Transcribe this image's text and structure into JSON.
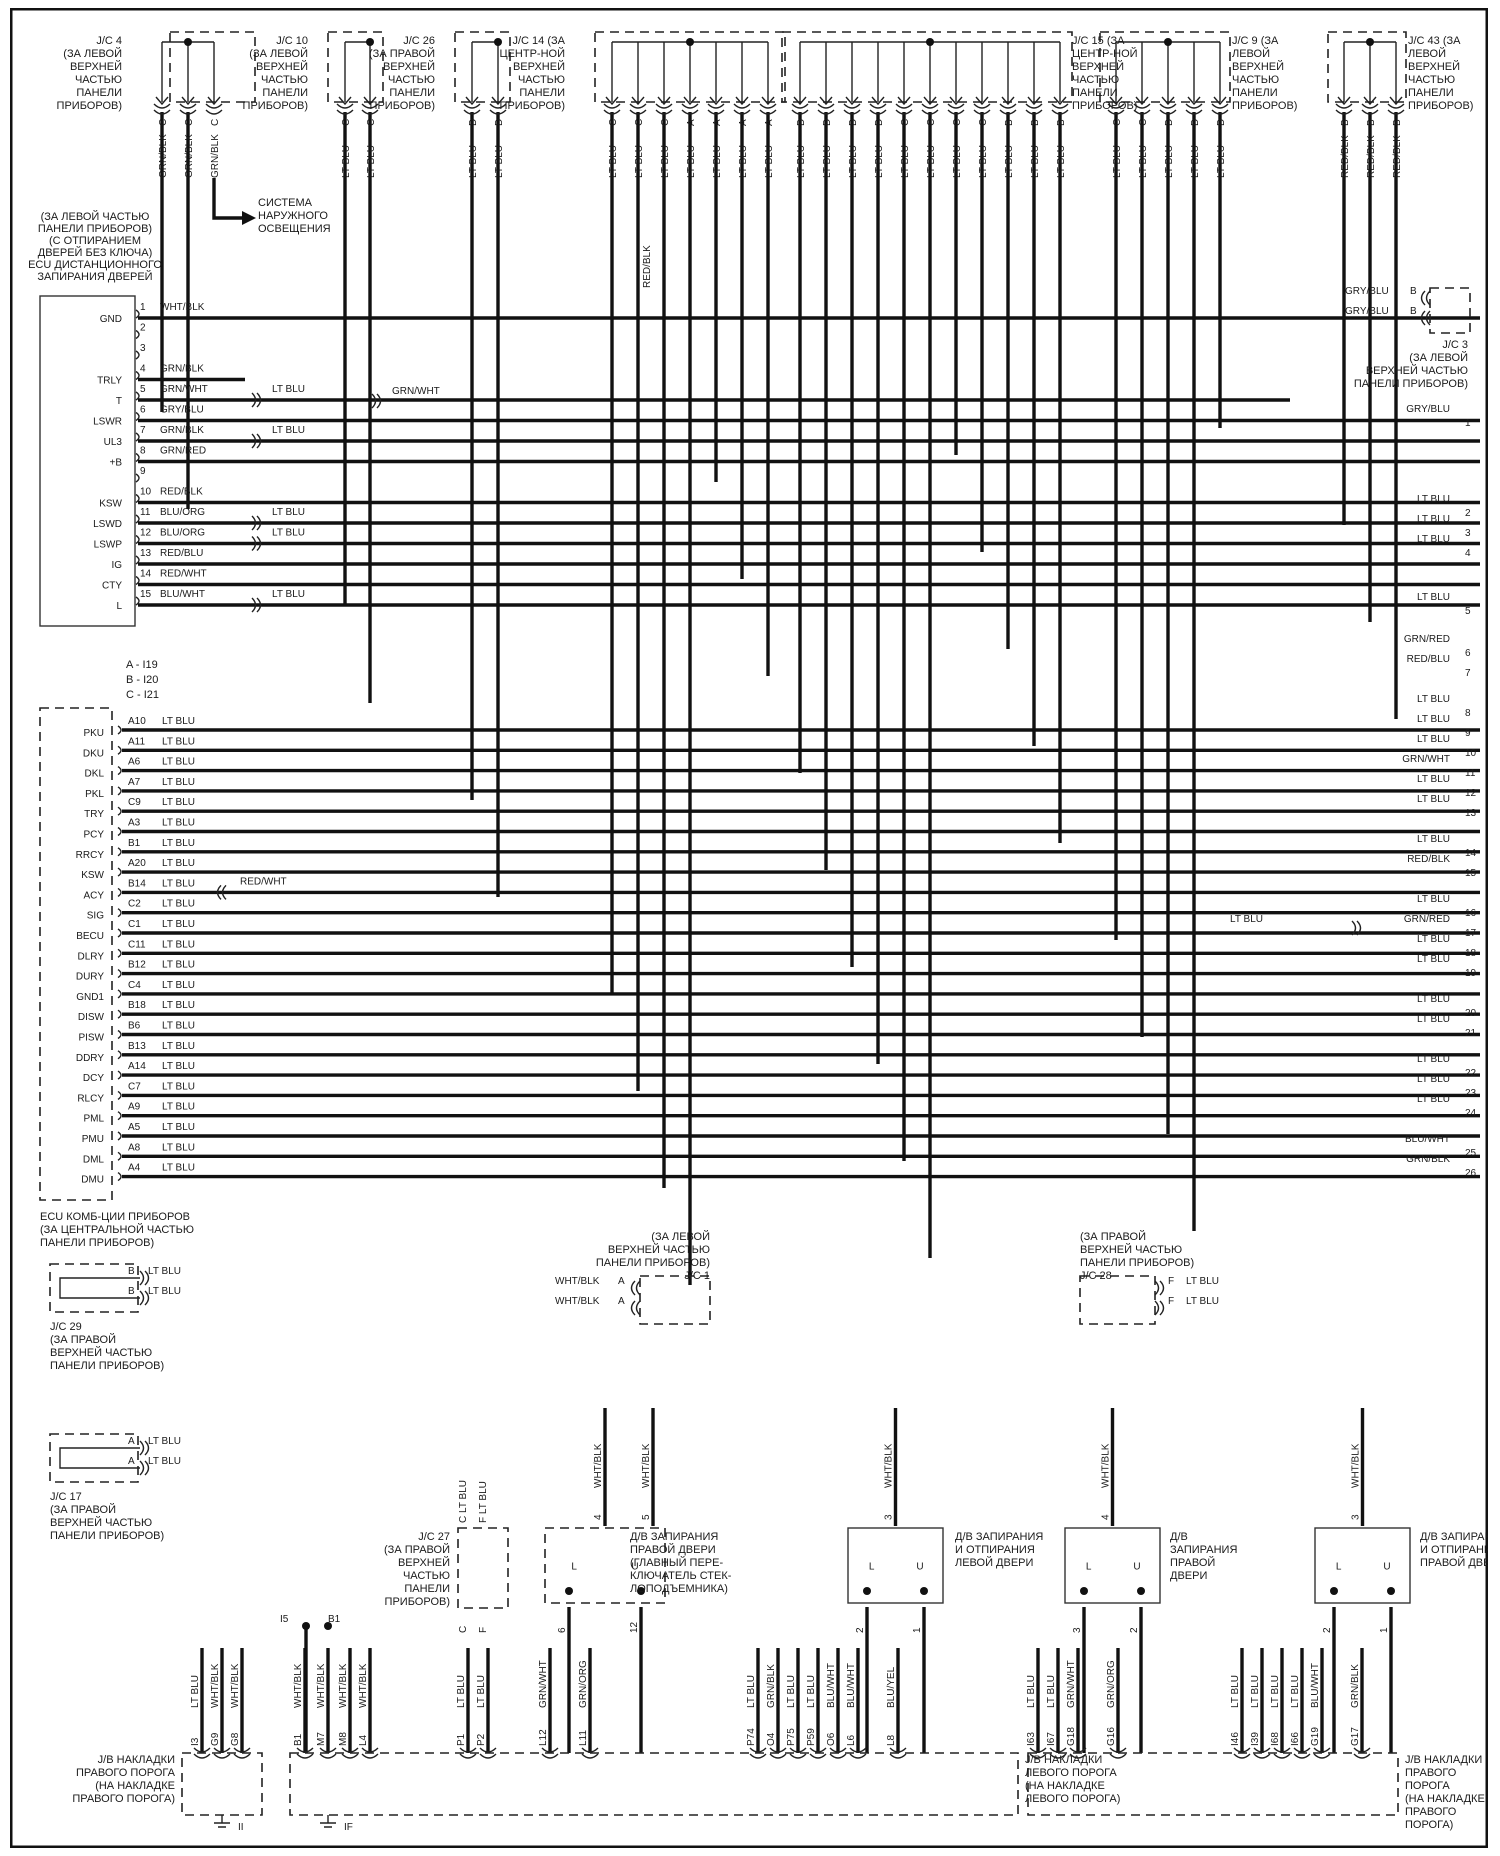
{
  "diagram": {
    "title": "Wiring diagram: remote door lock ECU and combination meter ECU",
    "top_junctions": [
      {
        "id": "jc4",
        "label": [
          "J/C 4",
          "(ЗА ЛЕВОЙ",
          "ВЕРХНЕЙ",
          "ЧАСТЬЮ",
          "ПАНЕЛИ",
          "ПРИБОРОВ)"
        ],
        "pins": [
          "C",
          "C",
          "C"
        ],
        "wires": [
          "GRN/BLK",
          "GRN/BLK",
          "GRN/BLK"
        ]
      },
      {
        "id": "jc10",
        "label": [
          "J/C 10",
          "(ЗА ЛЕВОЙ",
          "ВЕРХНЕЙ",
          "ЧАСТЬЮ",
          "ПАНЕЛИ",
          "ПРИБОРОВ)"
        ],
        "pins": [
          "C",
          "C"
        ],
        "wires": [
          "LT BLU",
          "LT BLU"
        ]
      },
      {
        "id": "jc26",
        "label": [
          "J/C 26",
          "(ЗА ПРАВОЙ",
          "ВЕРХНЕЙ",
          "ЧАСТЬЮ",
          "ПАНЕЛИ",
          "ПРИБОРОВ)"
        ],
        "pins": [
          "D",
          "D"
        ],
        "wires": [
          "LT BLU",
          "LT BLU"
        ]
      },
      {
        "id": "jc14",
        "label": [
          "J/C 14 (ЗА",
          "ЦЕНТР-НОЙ",
          "ВЕРХНЕЙ",
          "ЧАСТЬЮ",
          "ПАНЕЛИ",
          "ПРИБОРОВ)"
        ],
        "pins": [
          "C",
          "C",
          "C",
          "A",
          "A",
          "A",
          "A"
        ],
        "wires": [
          "LT BLU",
          "LT BLU",
          "LT BLU",
          "LT BLU",
          "LT BLU",
          "LT BLU",
          "LT BLU"
        ]
      },
      {
        "id": "jc15",
        "label": [
          "J/C 15 (ЗА",
          "ЦЕНТР-НОЙ",
          "ВЕРХНЕЙ",
          "ЧАСТЬЮ",
          "ПАНЕЛИ",
          "ПРИБОРОВ)"
        ],
        "pins": [
          "D",
          "D",
          "D",
          "D",
          "C",
          "C",
          "C",
          "C",
          "B",
          "B",
          "B"
        ],
        "wires": [
          "LT BLU",
          "LT BLU",
          "LT BLU",
          "LT BLU",
          "LT BLU",
          "LT BLU",
          "LT BLU",
          "LT BLU",
          "LT BLU",
          "LT BLU",
          "LT BLU"
        ]
      },
      {
        "id": "jc9",
        "label": [
          "J/C 9 (ЗА",
          "ЛЕВОЙ",
          "ВЕРХНЕЙ",
          "ЧАСТЬЮ",
          "ПАНЕЛИ",
          "ПРИБОРОВ)"
        ],
        "pins": [
          "C",
          "C",
          "D",
          "D",
          "D"
        ],
        "wires": [
          "LT BLU",
          "LT BLU",
          "LT BLU",
          "LT BLU",
          "LT BLU"
        ]
      },
      {
        "id": "jc43",
        "label": [
          "J/C 43 (ЗА",
          "ЛЕВОЙ",
          "ВЕРХНЕЙ",
          "ЧАСТЬЮ",
          "ПАНЕЛИ",
          "ПРИБОРОВ)"
        ],
        "pins": [
          "B",
          "B",
          "B"
        ],
        "wires": [
          "RED/BLK",
          "RED/BLK",
          "RED/BLK"
        ]
      }
    ],
    "lighting_system_label": [
      "СИСТЕМА",
      "НАРУЖНОГО",
      "ОСВЕЩЕНИЯ"
    ],
    "red_blk_branch": "RED/BLK",
    "remote_ecu": {
      "label": [
        "(ЗА ЛЕВОЙ ЧАСТЬЮ",
        "ПАНЕЛИ ПРИБОРОВ)",
        "(С ОТПИРАНИЕМ",
        "ДВЕРЕЙ БЕЗ КЛЮЧА)",
        "ECU ДИСТАНЦИОННОГО",
        "ЗАПИРАНИЯ ДВЕРЕЙ"
      ],
      "pins": [
        {
          "no": "1",
          "name": "GND",
          "wire": "WHT/BLK",
          "splice": ""
        },
        {
          "no": "2",
          "name": "",
          "wire": "",
          "splice": ""
        },
        {
          "no": "3",
          "name": "",
          "wire": "",
          "splice": ""
        },
        {
          "no": "4",
          "name": "TRLY",
          "wire": "GRN/BLK",
          "splice": ""
        },
        {
          "no": "5",
          "name": "T",
          "wire": "GRN/WHT",
          "splice": "LT BLU"
        },
        {
          "no": "6",
          "name": "LSWR",
          "wire": "GRY/BLU",
          "splice": ""
        },
        {
          "no": "7",
          "name": "UL3",
          "wire": "GRN/BLK",
          "splice": "LT BLU"
        },
        {
          "no": "8",
          "name": "+B",
          "wire": "GRN/RED",
          "splice": ""
        },
        {
          "no": "9",
          "name": "",
          "wire": "",
          "splice": ""
        },
        {
          "no": "10",
          "name": "KSW",
          "wire": "RED/BLK",
          "splice": ""
        },
        {
          "no": "11",
          "name": "LSWD",
          "wire": "BLU/ORG",
          "splice": "LT BLU"
        },
        {
          "no": "12",
          "name": "LSWP",
          "wire": "BLU/ORG",
          "splice": "LT BLU"
        },
        {
          "no": "13",
          "name": "IG",
          "wire": "RED/BLU",
          "splice": ""
        },
        {
          "no": "14",
          "name": "CTY",
          "wire": "RED/WHT",
          "splice": ""
        },
        {
          "no": "15",
          "name": "L",
          "wire": "BLU/WHT",
          "splice": "LT BLU"
        }
      ],
      "t_line_far_label": "GRN/WHT"
    },
    "jc3": {
      "label": [
        "J/C 3",
        "(ЗА ЛЕВОЙ",
        "ВЕРХНЕЙ ЧАСТЬЮ",
        "ПАНЕЛИ ПРИБОРОВ)"
      ],
      "wires": [
        {
          "wire": "GRY/BLU",
          "pin": "B"
        },
        {
          "wire": "GRY/BLU",
          "pin": "B"
        }
      ]
    },
    "connector_legend": [
      "A - I19",
      "B - I20",
      "C - I21"
    ],
    "meter_ecu": {
      "label": [
        "ECU КОМБ-ЦИИ ПРИБОРОВ",
        "(ЗА ЦЕНТРАЛЬНОЙ ЧАСТЬЮ",
        "ПАНЕЛИ ПРИБОРОВ)"
      ],
      "pins": [
        {
          "name": "PKU",
          "pin": "A10",
          "wire": "LT BLU"
        },
        {
          "name": "DKU",
          "pin": "A11",
          "wire": "LT BLU"
        },
        {
          "name": "DKL",
          "pin": "A6",
          "wire": "LT BLU"
        },
        {
          "name": "PKL",
          "pin": "A7",
          "wire": "LT BLU"
        },
        {
          "name": "TRY",
          "pin": "C9",
          "wire": "LT BLU"
        },
        {
          "name": "PCY",
          "pin": "A3",
          "wire": "LT BLU"
        },
        {
          "name": "RRCY",
          "pin": "B1",
          "wire": "LT BLU"
        },
        {
          "name": "KSW",
          "pin": "A20",
          "wire": "LT BLU"
        },
        {
          "name": "ACY",
          "pin": "B14",
          "wire": "LT BLU"
        },
        {
          "name": "SIG",
          "pin": "C2",
          "wire": "LT BLU"
        },
        {
          "name": "BECU",
          "pin": "C1",
          "wire": "LT BLU"
        },
        {
          "name": "DLRY",
          "pin": "C11",
          "wire": "LT BLU"
        },
        {
          "name": "DURY",
          "pin": "B12",
          "wire": "LT BLU"
        },
        {
          "name": "GND1",
          "pin": "C4",
          "wire": "LT BLU"
        },
        {
          "name": "DISW",
          "pin": "B18",
          "wire": "LT BLU"
        },
        {
          "name": "PISW",
          "pin": "B6",
          "wire": "LT BLU"
        },
        {
          "name": "DDRY",
          "pin": "B13",
          "wire": "LT BLU"
        },
        {
          "name": "DCY",
          "pin": "A14",
          "wire": "LT BLU"
        },
        {
          "name": "RLCY",
          "pin": "C7",
          "wire": "LT BLU"
        },
        {
          "name": "PML",
          "pin": "A9",
          "wire": "LT BLU"
        },
        {
          "name": "PMU",
          "pin": "A5",
          "wire": "LT BLU"
        },
        {
          "name": "DML",
          "pin": "A8",
          "wire": "LT BLU"
        },
        {
          "name": "DMU",
          "pin": "A4",
          "wire": "LT BLU"
        }
      ],
      "acy_splice": "RED/WHT"
    },
    "right_outputs": [
      {
        "no": "1",
        "wire": "GRY/BLU"
      },
      {
        "no": "2",
        "wire": "LT BLU"
      },
      {
        "no": "3",
        "wire": "LT BLU"
      },
      {
        "no": "4",
        "wire": "LT BLU"
      },
      {
        "no": "5",
        "wire": "LT BLU"
      },
      {
        "no": "6",
        "wire": "GRN/RED"
      },
      {
        "no": "7",
        "wire": "RED/BLU"
      },
      {
        "no": "8",
        "wire": "LT BLU"
      },
      {
        "no": "9",
        "wire": "LT BLU"
      },
      {
        "no": "10",
        "wire": "LT BLU"
      },
      {
        "no": "11",
        "wire": "GRN/WHT"
      },
      {
        "no": "12",
        "wire": "LT BLU"
      },
      {
        "no": "13",
        "wire": "LT BLU"
      },
      {
        "no": "14",
        "wire": "LT BLU"
      },
      {
        "no": "15",
        "wire": "RED/BLK"
      },
      {
        "no": "16",
        "wire": "LT BLU"
      },
      {
        "no": "17",
        "wire": "GRN/RED"
      },
      {
        "no": "18",
        "wire": "LT BLU"
      },
      {
        "no": "19",
        "wire": "LT BLU"
      },
      {
        "no": "20",
        "wire": "LT BLU"
      },
      {
        "no": "21",
        "wire": "LT BLU"
      },
      {
        "no": "22",
        "wire": "LT BLU"
      },
      {
        "no": "23",
        "wire": "LT BLU"
      },
      {
        "no": "24",
        "wire": "LT BLU"
      },
      {
        "no": "25",
        "wire": "BLU/WHT"
      },
      {
        "no": "26",
        "wire": "GRN/BLK"
      }
    ],
    "line17_mid_label": "LT BLU",
    "jc29": {
      "label": [
        "J/C 29",
        "(ЗА ПРАВОЙ",
        "ВЕРХНЕЙ ЧАСТЬЮ",
        "ПАНЕЛИ ПРИБОРОВ)"
      ],
      "wires": [
        {
          "pin": "B",
          "wire": "LT BLU"
        },
        {
          "pin": "B",
          "wire": "LT BLU"
        }
      ]
    },
    "jc17": {
      "label": [
        "J/C 17",
        "(ЗА ПРАВОЙ",
        "ВЕРХНЕЙ ЧАСТЬЮ",
        "ПАНЕЛИ ПРИБОРОВ)"
      ],
      "wires": [
        {
          "pin": "A",
          "wire": "LT BLU"
        },
        {
          "pin": "A",
          "wire": "LT BLU"
        }
      ]
    },
    "jc1": {
      "label": [
        "(ЗА ЛЕВОЙ",
        "ВЕРХНЕЙ ЧАСТЬЮ",
        "ПАНЕЛИ ПРИБОРОВ)",
        "J/C 1"
      ],
      "wires": [
        {
          "pin": "A",
          "wire": "WHT/BLK"
        },
        {
          "pin": "A",
          "wire": "WHT/BLK"
        }
      ]
    },
    "jc28": {
      "label": [
        "(ЗА ПРАВОЙ",
        "ВЕРХНЕЙ ЧАСТЬЮ",
        "ПАНЕЛИ ПРИБОРОВ)",
        "J/C 28"
      ],
      "wires": [
        {
          "pin": "F",
          "wire": "LT BLU"
        },
        {
          "pin": "F",
          "wire": "LT BLU"
        }
      ]
    },
    "jc27": {
      "label": [
        "J/C 27",
        "(ЗА ПРАВОЙ",
        "ВЕРХНЕЙ",
        "ЧАСТЬЮ",
        "ПАНЕЛИ",
        "ПРИБОРОВ)"
      ],
      "top_pins": [
        "C",
        "F"
      ],
      "top_wires": [
        "LT BLU",
        "LT BLU"
      ],
      "bottom_pins": [
        "C",
        "F"
      ]
    },
    "motors": [
      {
        "id": "m1",
        "label": [
          "Д/В ЗАПИРАНИЯ",
          "ПРАВОЙ ДВЕРИ",
          "(ГЛАВНЫЙ ПЕРЕ-",
          "КЛЮЧАТЕЛЬ СТЕК-",
          "ЛОПОДЪЕМНИКА)"
        ],
        "top_pins": [
          "4",
          "5"
        ],
        "top_wires": [
          "WHT/BLK",
          "WHT/BLK"
        ],
        "bottom_pins": [
          "6",
          "12"
        ],
        "l": "L",
        "u": "U"
      },
      {
        "id": "m2",
        "label": [
          "Д/В ЗАПИРАНИЯ",
          "И ОТПИРАНИЯ",
          "ЛЕВОЙ ДВЕРИ"
        ],
        "top_pins": [
          "3"
        ],
        "top_wires": [
          "WHT/BLK"
        ],
        "bottom_pins": [
          "2",
          "1"
        ],
        "l": "L",
        "u": "U"
      },
      {
        "id": "m3",
        "label": [
          "Д/В",
          "ЗАПИРАНИЯ",
          "ПРАВОЙ",
          "ДВЕРИ"
        ],
        "top_pins": [
          "4"
        ],
        "top_wires": [
          "WHT/BLK"
        ],
        "bottom_pins": [
          "3",
          "2"
        ],
        "l": "L",
        "u": "U"
      },
      {
        "id": "m4",
        "label": [
          "Д/В ЗАПИРАНИЯ",
          "И ОТПИРАНИЯ",
          "ПРАВОЙ ДВЕРИ"
        ],
        "top_pins": [
          "3"
        ],
        "top_wires": [
          "WHT/BLK"
        ],
        "bottom_pins": [
          "2",
          "1"
        ],
        "l": "L",
        "u": "U"
      }
    ],
    "ground_pins": {
      "i5": "I5",
      "b1": "B1"
    },
    "jb_right_sill_a": {
      "label": [
        "J/B НАКЛАДКИ",
        "ПРАВОГО ПОРОГА",
        "(НА  НАКЛАДКЕ",
        "ПРАВОГО ПОРОГА)"
      ],
      "pins": [
        {
          "pin": "I3",
          "wire": "LT BLU"
        },
        {
          "pin": "G9",
          "wire": "WHT/BLK"
        },
        {
          "pin": "G8",
          "wire": "WHT/BLK"
        }
      ],
      "ground": "II"
    },
    "jb_left_sill": {
      "label": [
        "J/B НАКЛАДКИ",
        "ЛЕВОГО ПОРОГА",
        "(НА  НАКЛАДКЕ",
        "ЛЕВОГО ПОРОГА)"
      ],
      "pins": [
        {
          "pin": "B1",
          "wire": "WHT/BLK"
        },
        {
          "pin": "M7",
          "wire": "WHT/BLK"
        },
        {
          "pin": "M8",
          "wire": "WHT/BLK"
        },
        {
          "pin": "L4",
          "wire": "WHT/BLK"
        },
        {
          "pin": "P1",
          "wire": "LT BLU"
        },
        {
          "pin": "P2",
          "wire": "LT BLU"
        },
        {
          "pin": "L12",
          "wire": "GRN/WHT"
        },
        {
          "pin": "L11",
          "wire": "GRN/ORG"
        },
        {
          "pin": "P74",
          "wire": "LT BLU"
        },
        {
          "pin": "O4",
          "wire": "GRN/BLK"
        },
        {
          "pin": "P75",
          "wire": "LT BLU"
        },
        {
          "pin": "P59",
          "wire": "LT BLU"
        },
        {
          "pin": "O6",
          "wire": "BLU/WHT"
        },
        {
          "pin": "L6",
          "wire": "BLU/WHT"
        },
        {
          "pin": "L8",
          "wire": "BLU/YEL"
        }
      ],
      "ground": "IF"
    },
    "jb_right_sill_b": {
      "label": [
        "J/B НАКЛАДКИ",
        "ПРАВОГО",
        "ПОРОГА",
        "(НА  НАКЛАДКЕ",
        "ПРАВОГО",
        "ПОРОГА)"
      ],
      "pins": [
        {
          "pin": "I63",
          "wire": "LT BLU"
        },
        {
          "pin": "I67",
          "wire": "LT BLU"
        },
        {
          "pin": "G18",
          "wire": "GRN/WHT"
        },
        {
          "pin": "G16",
          "wire": "GRN/ORG"
        },
        {
          "pin": "I46",
          "wire": "LT BLU"
        },
        {
          "pin": "I39",
          "wire": "LT BLU"
        },
        {
          "pin": "I68",
          "wire": "LT BLU"
        },
        {
          "pin": "I66",
          "wire": "LT BLU"
        },
        {
          "pin": "G19",
          "wire": "BLU/WHT"
        },
        {
          "pin": "G17",
          "wire": "GRN/BLK"
        }
      ]
    }
  }
}
